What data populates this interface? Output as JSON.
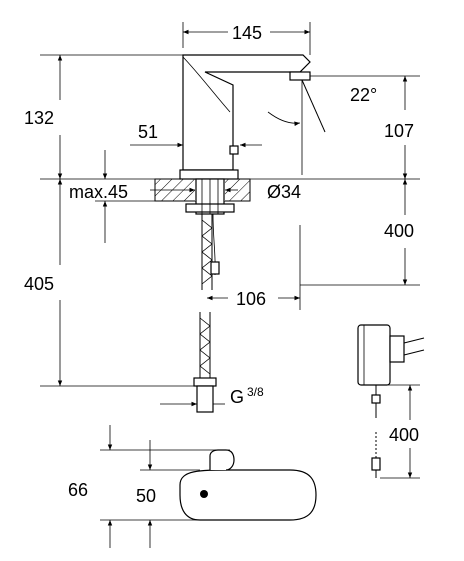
{
  "dimensions": {
    "spout_width": "145",
    "total_height": "132",
    "spout_height": "107",
    "spray_angle": "22°",
    "base_offset": "51",
    "max_thickness": "max.45",
    "hole_diameter": "Ø34",
    "hose_length_upper": "400",
    "hose_length_lower": "405",
    "hose_offset": "106",
    "connection": "G",
    "connection_fraction": "3/8",
    "adapter_cable": "400",
    "plan_outer": "66",
    "plan_inner": "50"
  }
}
